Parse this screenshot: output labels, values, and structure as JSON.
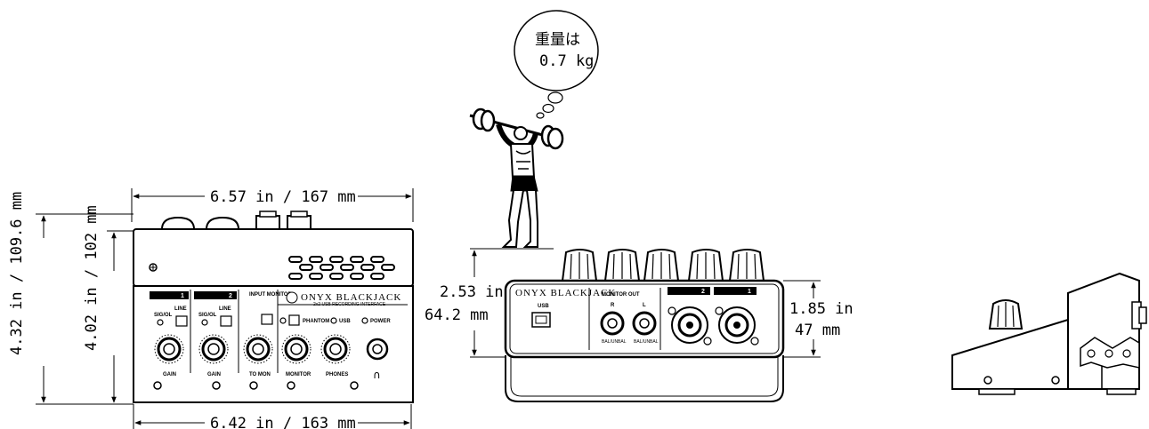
{
  "dimensions": {
    "top_width": "6.57 in / 167 mm",
    "bottom_width": "6.42 in / 163 mm",
    "outer_depth": "4.32 in / 109.6 mm",
    "inner_depth": "4.02 in / 102 mm",
    "rear_height_in": "2.53 in",
    "rear_height_mm": "64.2 mm",
    "rear_jack_height_in": "1.85 in",
    "rear_jack_height_mm": "47 mm"
  },
  "bubble": {
    "line1": "重量は",
    "line2": "0.7 kg"
  },
  "front_panel": {
    "ch1_number": "1",
    "ch2_number": "2",
    "sig_ol_1": "SIG/OL",
    "sig_ol_2": "SIG/OL",
    "line_1": "LINE",
    "line_2": "LINE",
    "gain_1": "GAIN",
    "gain_2": "GAIN",
    "input_monitor": "INPUT MONITOR",
    "to_mon": "TO MON",
    "monitor": "MONITOR",
    "phones": "PHONES",
    "phantom": "PHANTOM",
    "usb": "USB",
    "power": "POWER",
    "brand": "ONYX BLACKJACK",
    "brand_sub": "2x2 USB RECORDING INTERFACE"
  },
  "rear_panel": {
    "brand": "ONYX BLACKJACK",
    "usb_label": "USB",
    "monitor_out": "MONITOR OUT",
    "r_label": "R",
    "l_label": "L",
    "bal_unbal_r": "BAL/UNBAL",
    "bal_unbal_l": "BAL/UNBAL",
    "ch2": "2",
    "ch1": "1"
  }
}
